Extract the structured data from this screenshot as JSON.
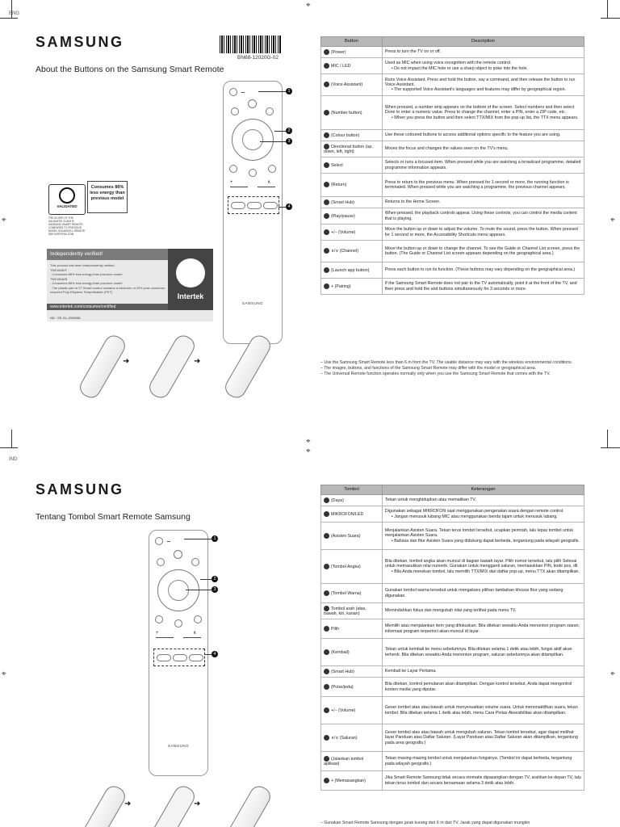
{
  "top": {
    "lang": "ENG",
    "brand": "SAMSUNG",
    "heading": "About the Buttons on the Samsung Smart Remote",
    "barcode": "BN68-12020G-02",
    "energy": {
      "validated": "VALIDATED",
      "claim": "Consumes 86% less energy than previous model",
      "fine": "The scope of the Validated Claim is Samsung Smart Remote: compared to previous model SolarCell Remote. See Intertek.com"
    },
    "intertek": {
      "title": "Independently verified!",
      "lines": [
        "This product has been independently verified.",
        "TM2180E/F",
        "- Consumes 86% less energy than previous model",
        "TM2180A/B",
        "- Consumes 86% less energy than previous model",
        "- The plastic part of 27 Smart control contains a minimum of 24% post consumer recycled Poly Ethylene Terephthalate (PET)"
      ],
      "brand": "Intertek",
      "url": "www.intertek.com/consumer/certified",
      "nd": "ND : SE-GL-2000881"
    },
    "table": {
      "headers": [
        "Button",
        "Description"
      ],
      "rows": [
        {
          "button": "(Power)",
          "desc": "Press to turn the TV on or off.",
          "bullets": []
        },
        {
          "button": "MIC / LED",
          "desc": "Used as MIC when using voice recognition with the remote control.",
          "bullets": [
            "Do not impact the MIC hole or use a sharp object to poke into the hole."
          ]
        },
        {
          "button": "(Voice Assistant)",
          "desc": "Runs Voice Assistant. Press and hold the button, say a command, and then release the button to run Voice Assistant.",
          "bullets": [
            "The supported Voice Assistant's languages and features may differ by geographical region."
          ]
        },
        {
          "button": "(Number button)",
          "desc": "When pressed, a number strip appears on the bottom of the screen. Select numbers and then select Done to enter a numeric value. Press to change the channel, enter a PIN, enter a ZIP code, etc.",
          "bullets": [
            "When you press the button and then select TTX/MIX from the pop-up list, the TTX menu appears."
          ]
        },
        {
          "button": "(Colour button)",
          "desc": "Use these coloured buttons to access additional options specific to the feature you are using.",
          "bullets": []
        },
        {
          "button": "Directional button (up, down, left, right)",
          "desc": "Moves the focus and changes the values seen on the TV's menu.",
          "bullets": []
        },
        {
          "button": "Select",
          "desc": "Selects or runs a focused item. When pressed while you are watching a broadcast programme, detailed programme information appears.",
          "bullets": []
        },
        {
          "button": "(Return)",
          "desc": "Press to return to the previous menu. When pressed for 1 second or more, the running function is terminated. When pressed while you are watching a programme, the previous channel appears.",
          "bullets": []
        },
        {
          "button": "(Smart Hub)",
          "desc": "Returns to the Home Screen.",
          "bullets": []
        },
        {
          "button": "(Play/pause)",
          "desc": "When pressed, the playback controls appear. Using these controls, you can control the media content that is playing.",
          "bullets": []
        },
        {
          "button": "+/− (Volume)",
          "desc": "Move the button up or down to adjust the volume. To mute the sound, press the button. When pressed for 1 second or more, the Accessibility Shortcuts menu appears.",
          "bullets": []
        },
        {
          "button": "∧/∨ (Channel)",
          "desc": "Move the button up or down to change the channel. To see the Guide or Channel List screen, press the button. (The Guide or Channel List screen appears depending on the geographical area.)",
          "bullets": []
        },
        {
          "button": "(Launch app button)",
          "desc": "Press each button to run its function. (These buttons may vary depending on the geographical area.)",
          "bullets": []
        },
        {
          "button": "+ (Pairing)",
          "desc": "If the Samsung Smart Remote does not pair to the TV automatically, point it at the front of the TV, and then press and hold the and buttons simultaneously for 3 seconds or more.",
          "bullets": []
        }
      ]
    },
    "notes": [
      "–  Use the Samsung Smart Remote less than 6 m from the TV. The usable distance may vary with the wireless environmental conditions.",
      "–  The images, buttons, and functions of the Samsung Smart Remote may differ with the model or geographical area.",
      "–  The Universal Remote function operates normally only when you use the Samsung Smart Remote that comes with the TV."
    ]
  },
  "bottom": {
    "lang": "IND",
    "brand": "SAMSUNG",
    "heading": "Tentang Tombol Smart Remote Samsung",
    "table": {
      "headers": [
        "Tombol",
        "Keterangan"
      ],
      "rows": [
        {
          "button": "(Daya)",
          "desc": "Tekan untuk menghidupkan atau mematikan TV.",
          "bullets": []
        },
        {
          "button": "MIKROFON/LED",
          "desc": "Digunakan sebagai MIKROFON saat menggunakan pengenalan suara dengan remote control.",
          "bullets": [
            "Jangan menusuk lubang MIC atau menggunakan benda tajam untuk menusuk lubang."
          ]
        },
        {
          "button": "(Asisten Suara)",
          "desc": "Menjalankan Asisten Suara. Tekan terus tombol tersebut, ucapkan perintah, lalu lepas tombol untuk menjalankan Asisten Suara.",
          "bullets": [
            "Bahasa dan fitur Asisten Suara yang didukung dapat berbeda, tergantung pada wilayah geografis."
          ]
        },
        {
          "button": "(Tombol Angka)",
          "desc": "Bila ditekan, tombol angka akan muncul di bagian bawah layar. Pilih nomor tersebut, lalu pilih Selesai untuk memasukkan nilai numerik. Gunakan untuk mengganti saluran, memasukkan PIN, kode pos, dll.",
          "bullets": [
            "Bila Anda menekan tombol, lalu memilih TTX/MIX dari daftar pop-up, menu TTX akan ditampilkan."
          ]
        },
        {
          "button": "(Tombol Warna)",
          "desc": "Gunakan tombol warna tersebut untuk mengakses pilihan tambahan khusus fitur yang sedang digunakan.",
          "bullets": []
        },
        {
          "button": "Tombol arah (atas, bawah, kiri, kanan)",
          "desc": "Memindahkan fokus dan mengubah nilai yang terlihat pada menu TV.",
          "bullets": []
        },
        {
          "button": "Pilih",
          "desc": "Memilih atau menjalankan item yang difokuskan. Bila ditekan sewaktu Anda menonton program siaran, informasi program terperinci akan muncul di layar.",
          "bullets": []
        },
        {
          "button": "(Kembali)",
          "desc": "Tekan untuk kembali ke menu sebelumnya. Bila ditekan selama 1 detik atau lebih, fungsi aktif akan terhenti. Bila ditekan sewaktu Anda menonton program, saluran sebelumnya akan ditampilkan.",
          "bullets": []
        },
        {
          "button": "(Smart Hub)",
          "desc": "Kembali ke Layar Pertama.",
          "bullets": []
        },
        {
          "button": "(Putar/jeda)",
          "desc": "Bila ditekan, kontrol pemutaran akan ditampilkan. Dengan kontrol tersebut, Anda dapat mengontrol konten media yang diputar.",
          "bullets": []
        },
        {
          "button": "+/− (Volume)",
          "desc": "Geser tombol atas atau bawah untuk menyesuaikan volume suara. Untuk menonaktifkan suara, tekan tombol. Bila ditekan selama 1 detik atau lebih, menu Cara Pintas Aksesibilitas akan ditampilkan.",
          "bullets": []
        },
        {
          "button": "∧/∨ (Saluran)",
          "desc": "Geser tombol atas atau bawah untuk mengubah saluran. Tekan tombol tersebut, agar dapat melihat layar Panduan atau Daftar Saluran. (Layar Panduan atau Daftar Saluran akan ditampilkan, tergantung pada area geografis.)",
          "bullets": []
        },
        {
          "button": "(Jalankan tombol aplikasi)",
          "desc": "Tekan masing-masing tombol untuk menjalankan fungsinya. (Tombol ini dapat berbeda, tergantung pada wilayah geografis.)",
          "bullets": []
        },
        {
          "button": "+ (Memasangkan)",
          "desc": "Jika Smart Remote Samsung tidak secara otomatis dipasangkan dengan TV, arahkan ke depan TV, lalu tekan terus tombol dan secara bersamaan selama 3 detik atau lebih.",
          "bullets": []
        }
      ]
    },
    "notes": [
      "–  Gunakan Smart Remote Samsung dengan jarak kurang dari 6 m dari TV. Jarak yang dapat digunakan mungkin"
    ]
  },
  "remote_logo": "SAMSUNG",
  "callouts": [
    "1",
    "2",
    "3",
    "4"
  ]
}
